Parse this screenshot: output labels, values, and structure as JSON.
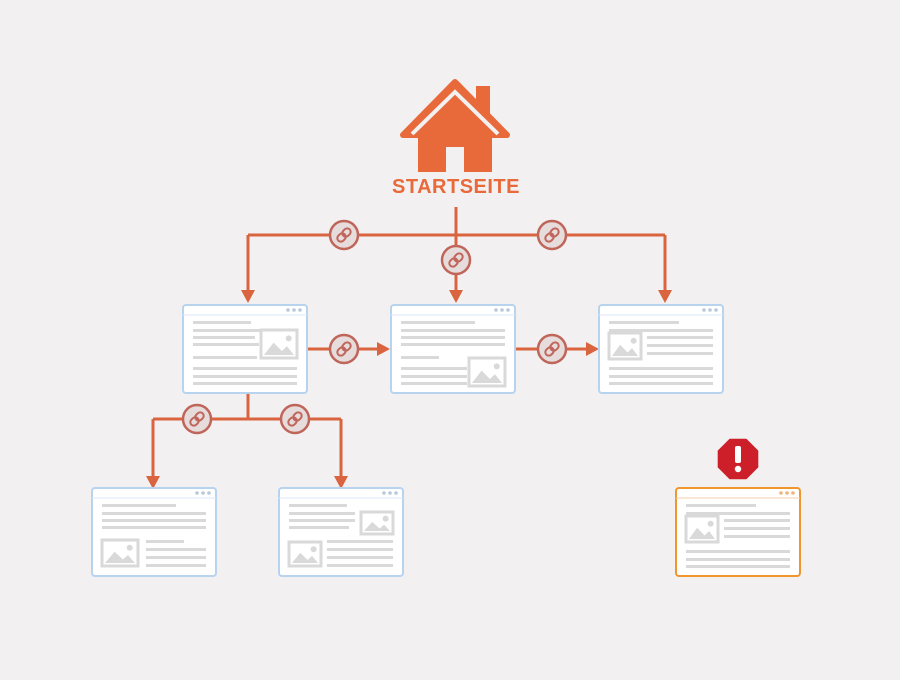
{
  "home": {
    "label": "STARTSEITE",
    "icon": "house-icon"
  },
  "pages": [
    {
      "id": "level1-left",
      "layout": "text-left-image-right",
      "orphan": false
    },
    {
      "id": "level1-center",
      "layout": "text-top-image-bottom-right",
      "orphan": false
    },
    {
      "id": "level1-right",
      "layout": "image-left-text-right",
      "orphan": false
    },
    {
      "id": "level2-left",
      "layout": "text-top-image-bottom-left",
      "orphan": false
    },
    {
      "id": "level2-right",
      "layout": "two-images-staggered",
      "orphan": false
    },
    {
      "id": "orphan-page",
      "layout": "image-left-text-right",
      "orphan": true
    }
  ],
  "links": [
    {
      "from": "startseite",
      "to": "level1-left",
      "icon": "link-icon"
    },
    {
      "from": "startseite",
      "to": "level1-center",
      "icon": "link-icon"
    },
    {
      "from": "startseite",
      "to": "level1-right",
      "icon": "link-icon"
    },
    {
      "from": "level1-left",
      "to": "level1-center",
      "icon": "link-icon"
    },
    {
      "from": "level1-center",
      "to": "level1-right",
      "icon": "link-icon"
    },
    {
      "from": "level1-left",
      "to": "level2-left",
      "icon": "link-icon"
    },
    {
      "from": "level1-left",
      "to": "level2-right",
      "icon": "link-icon"
    }
  ],
  "warning": {
    "icon": "warning-octagon-icon",
    "target": "orphan-page"
  },
  "colors": {
    "accent": "#e8693a",
    "line": "#d9643f",
    "link_icon": "#c0655a",
    "page_border": "#b8d3ee",
    "page_fill": "#ffffff",
    "placeholder": "#d9d9d9",
    "orphan_border": "#f0962c",
    "warning": "#cc1f2a",
    "background": "#f2f0f1"
  }
}
